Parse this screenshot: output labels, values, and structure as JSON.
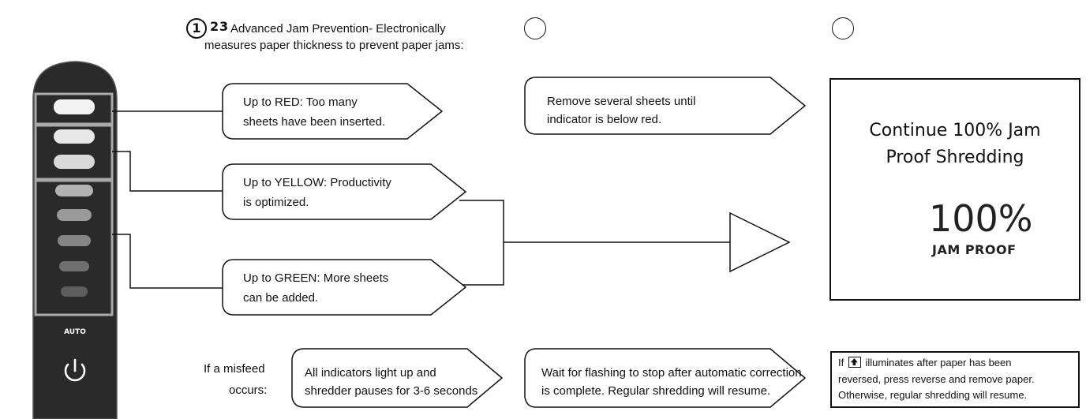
{
  "header": {
    "num1": "1",
    "num2": "2",
    "num3": "3",
    "line1": "Advanced Jam Prevention- Electronically",
    "line2": "measures paper thickness to prevent paper jams:"
  },
  "steps": {
    "red": {
      "line1": "Up to RED: Too many",
      "line2": "sheets have been inserted."
    },
    "yellow": {
      "line1": "Up to YELLOW: Productivity",
      "line2": "is optimized."
    },
    "green": {
      "line1": "Up to GREEN: More sheets",
      "line2": "can be added."
    },
    "red_action": {
      "line1": "Remove several sheets until",
      "line2": "indicator is below red."
    }
  },
  "result_box": {
    "title_line1": "Continue 100% Jam",
    "title_line2": "Proof Shredding",
    "badge_pct": "100%",
    "badge_label": "JAM PROOF"
  },
  "panel": {
    "auto_label": "AUTO",
    "power_icon": "power-icon"
  },
  "misfeed": {
    "label_line1": "If a misfeed",
    "label_line2": "occurs:",
    "step1_line1": "All indicators light up and",
    "step1_line2": "shredder pauses for 3-6 seconds",
    "step2_line1": "Wait for flashing to stop after automatic correction",
    "step2_line2": "is complete. Regular shredding will resume.",
    "note_line1_prefix": "If",
    "note_line1_suffix": "illuminates after paper has been",
    "note_line2": "reversed, press reverse and remove paper.",
    "note_line3": "Otherwise, regular shredding will resume.",
    "reverse_icon": "reverse-icon"
  },
  "colors": {
    "panel": "#2a2a2a",
    "frame": "#a9a9a9",
    "ink": "#111111"
  }
}
